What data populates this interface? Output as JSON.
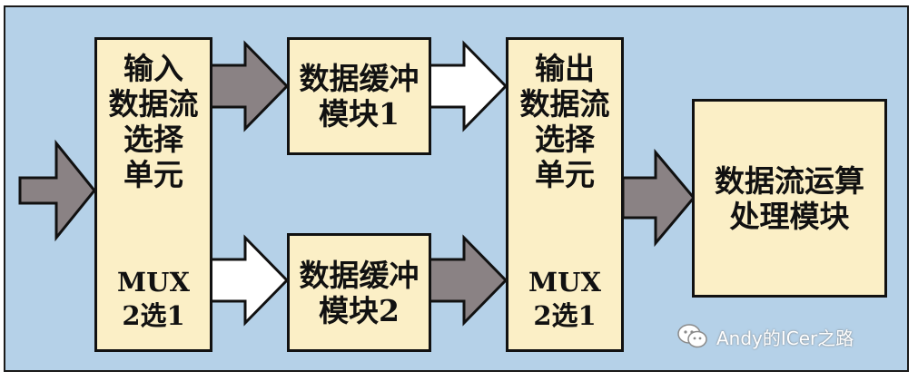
{
  "diagram": {
    "input_mux": {
      "label": "输入\n数据流\n选择\n单元",
      "mux_label": "MUX\n2选1"
    },
    "buffer_1": {
      "label": "数据缓冲\n模块1"
    },
    "buffer_2": {
      "label": "数据缓冲\n模块2"
    },
    "output_mux": {
      "label": "输出\n数据流\n选择\n单元",
      "mux_label": "MUX\n2选1"
    },
    "processor": {
      "label": "数据流运算\n处理模块"
    },
    "arrow_colors": {
      "active": "#8a8284",
      "inactive": "#ffffff"
    }
  },
  "watermark": {
    "icon": "wechat-icon",
    "text": "Andy的ICer之路"
  },
  "colors": {
    "background": "#b5d1e8",
    "box_fill": "#fbefc6",
    "border": "#111111"
  }
}
